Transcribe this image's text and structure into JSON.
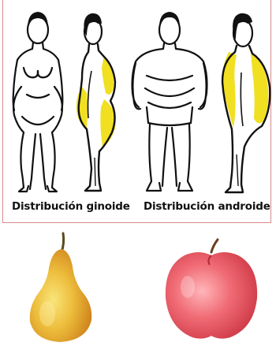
{
  "captions": {
    "gynoid": "Distribución ginoide",
    "android": "Distribución androide"
  },
  "colors": {
    "fat": "#f1e021",
    "outline": "#111111",
    "hair": "#111111",
    "frame": "#d98a8a",
    "pear": "#e8b43a",
    "apple": "#e85c67"
  },
  "icons": [
    "gynoid-front-figure",
    "gynoid-side-figure",
    "android-front-figure",
    "android-side-figure",
    "pear-fruit",
    "apple-fruit"
  ]
}
